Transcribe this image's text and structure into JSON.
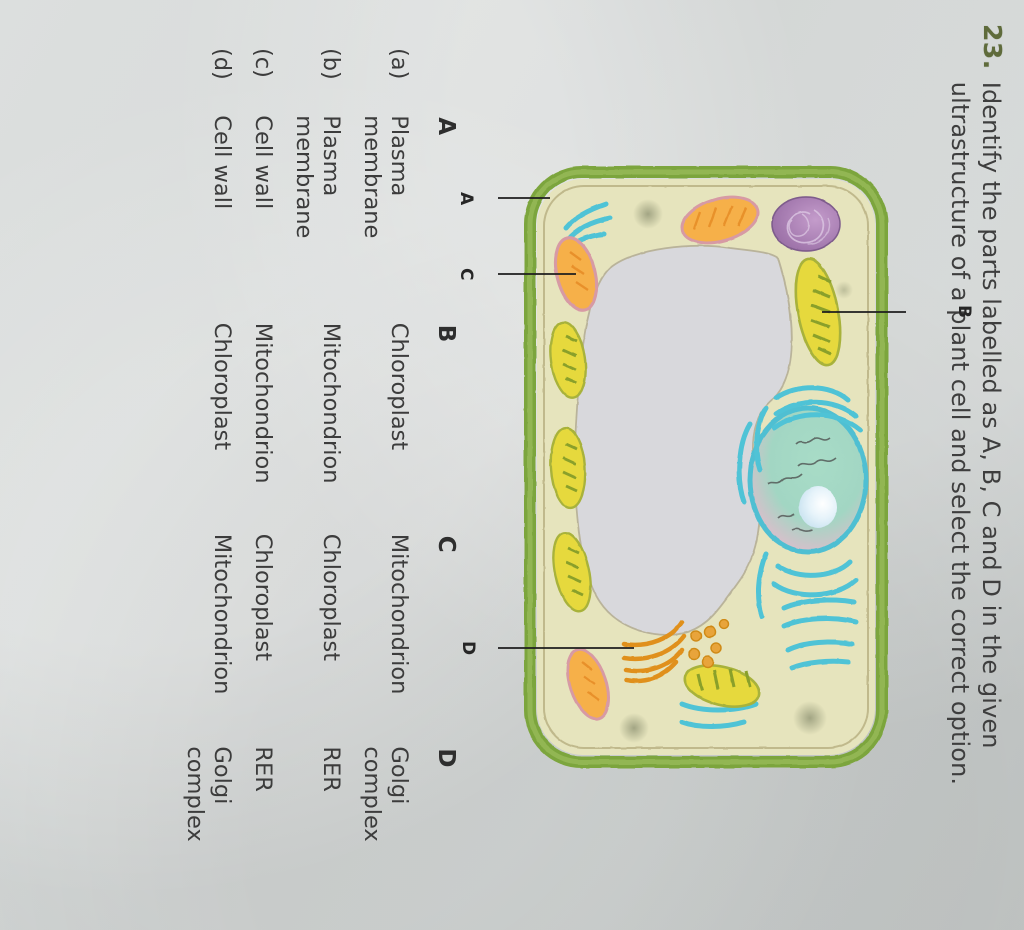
{
  "question": {
    "number": "23.",
    "line1": "Identify the parts labelled as A, B, C and D in the given",
    "line2": "ultrastructure of a plant cell and select the correct option."
  },
  "figure": {
    "title": "plant-cell-ultrastructure-diagram",
    "labels": [
      {
        "id": "A",
        "text": "A",
        "points_to": "cell-wall"
      },
      {
        "id": "B",
        "text": "B",
        "points_to": "chloroplast"
      },
      {
        "id": "C",
        "text": "C",
        "points_to": "mitochondrion"
      },
      {
        "id": "D",
        "text": "D",
        "points_to": "golgi-complex"
      }
    ],
    "colors": {
      "cell_wall": "#7ca53c",
      "cytoplasm": "#e3e3bb",
      "vacuole": "#d6d6d9",
      "chloroplast": "#e3d43a",
      "mitochondrion": "#f5a623",
      "mitochondrion_outline": "#d8a0a8",
      "nucleus": "#9fd4c2",
      "endoplasmic_reticulum": "#57c6d8",
      "golgi": "#e8941f",
      "lysosome": "#b089b8"
    }
  },
  "options_table": {
    "headers": [
      "",
      "A",
      "B",
      "C",
      "D"
    ],
    "rows": [
      {
        "label": "(a)",
        "A": "Plasma membrane",
        "B": "Chloroplast",
        "C": "Mitochondrion",
        "D": "Golgi complex"
      },
      {
        "label": "(b)",
        "A": "Plasma membrane",
        "B": "Mitochondrion",
        "C": "Chloroplast",
        "D": "RER"
      },
      {
        "label": "(c)",
        "A": "Cell wall",
        "B": "Mitochondrion",
        "C": "Chloroplast",
        "D": "RER"
      },
      {
        "label": "(d)",
        "A": "Cell wall",
        "B": "Chloroplast",
        "C": "Mitochondrion",
        "D": "Golgi complex"
      }
    ]
  }
}
